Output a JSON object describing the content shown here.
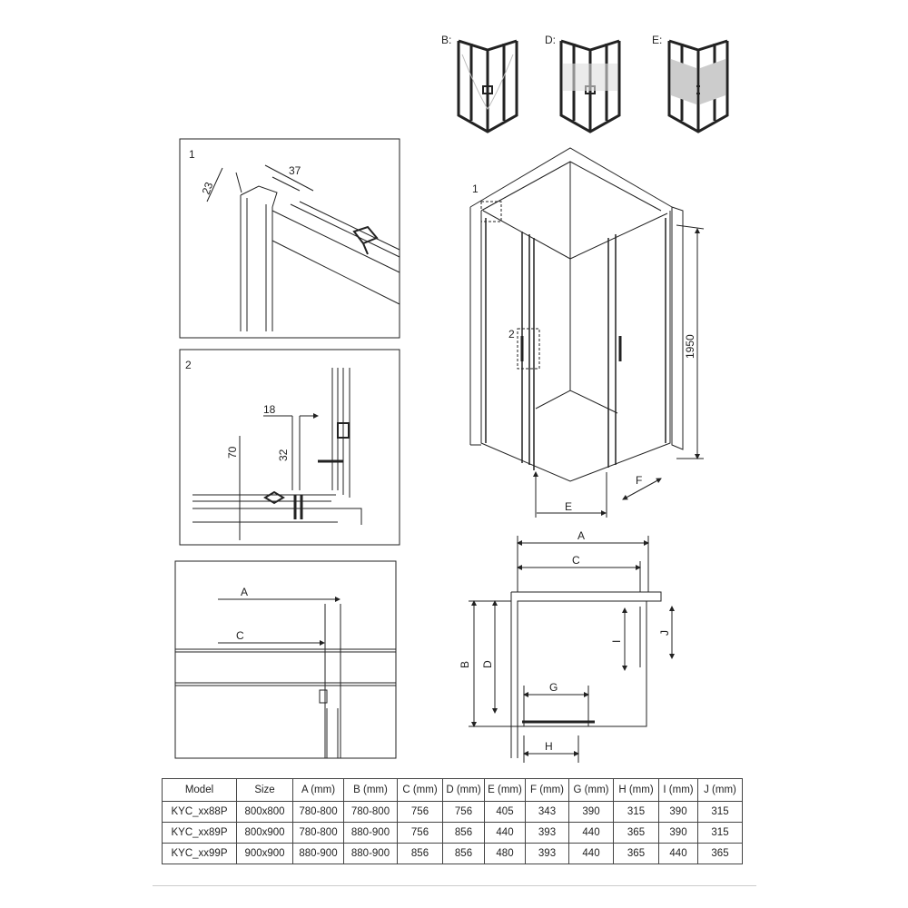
{
  "glass_variants": [
    {
      "label": "B:"
    },
    {
      "label": "D:"
    },
    {
      "label": "E:"
    }
  ],
  "detail1": {
    "number": "1",
    "dim_a": "23",
    "dim_b": "37"
  },
  "detail2": {
    "number": "2",
    "dim_a": "18",
    "dim_b": "70",
    "dim_c": "32"
  },
  "detail3": {
    "dim_a": "A",
    "dim_c": "C"
  },
  "assembly": {
    "callout1": "1",
    "callout2": "2",
    "height": "1950",
    "dim_e": "E",
    "dim_f": "F"
  },
  "plan": {
    "a": "A",
    "c": "C",
    "b": "B",
    "d": "D",
    "i": "I",
    "j": "J",
    "g": "G",
    "h": "H"
  },
  "table": {
    "headers": [
      "Model",
      "Size",
      "A (mm)",
      "B (mm)",
      "C (mm)",
      "D (mm)",
      "E (mm)",
      "F (mm)",
      "G (mm)",
      "H (mm)",
      "I (mm)",
      "J (mm)"
    ],
    "rows": [
      [
        "KYC_xx88P",
        "800x800",
        "780-800",
        "780-800",
        "756",
        "756",
        "405",
        "343",
        "390",
        "315",
        "390",
        "315"
      ],
      [
        "KYC_xx89P",
        "800x900",
        "780-800",
        "880-900",
        "756",
        "856",
        "440",
        "393",
        "440",
        "365",
        "390",
        "315"
      ],
      [
        "KYC_xx99P",
        "900x900",
        "880-900",
        "880-900",
        "856",
        "856",
        "480",
        "393",
        "440",
        "365",
        "440",
        "365"
      ]
    ]
  }
}
